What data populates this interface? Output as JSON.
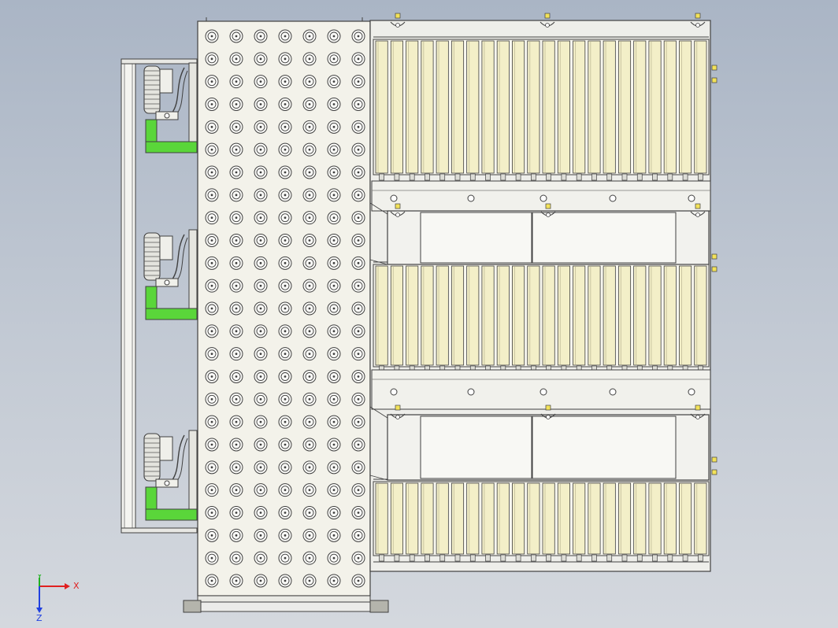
{
  "view": {
    "type": "cad-3d-model-view",
    "background_top": "#aab5c5",
    "background_bottom": "#d4d8de"
  },
  "model": {
    "ball_grid": {
      "columns": 7,
      "rows": 25,
      "plate_fill": "#f3f2ea"
    },
    "roller_sections": [
      {
        "name": "top",
        "rollers": 22
      },
      {
        "name": "middle",
        "rollers": 22
      },
      {
        "name": "bottom",
        "rollers": 22
      }
    ],
    "clamp_count": 3,
    "colors": {
      "roller_fill": "#f3efc8",
      "clamp_base": "#5ad63a",
      "marker": "#f2e25a",
      "outline": "#404040"
    }
  },
  "triad": {
    "x_label": "X",
    "y_label": "Y",
    "z_label": "Z",
    "x_color": "#e02020",
    "y_color": "#20b020",
    "z_color": "#2040e0"
  }
}
